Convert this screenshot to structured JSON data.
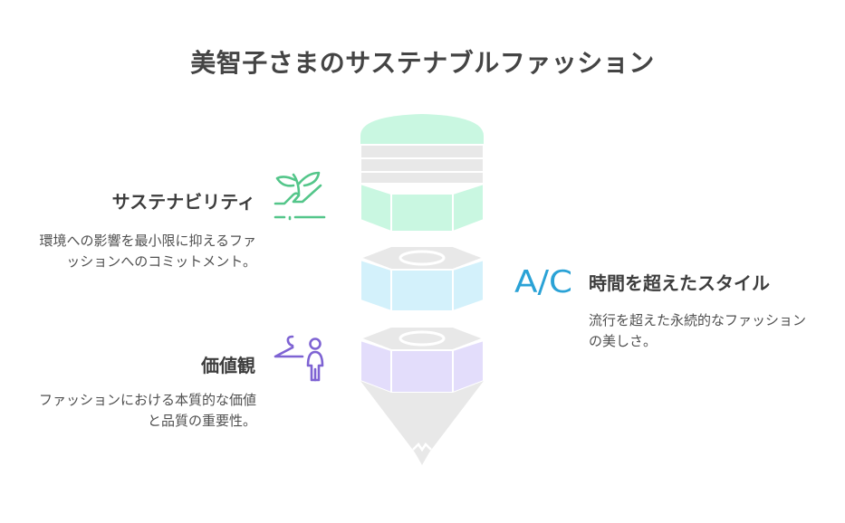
{
  "title": "美智子さまのサステナブルファッション",
  "sections": [
    {
      "title": "サステナビリティ",
      "description": "環境への影響を最小限に抑えるファッションへのコミットメント。",
      "icon": "sprout-hand-icon",
      "color": "#54c68a"
    },
    {
      "title": "時間を超えたスタイル",
      "description": "流行を超えた永続的なファッションの美しさ。",
      "icon": "ac-icon",
      "color": "#2aa2d6"
    },
    {
      "title": "価値観",
      "description": "ファッションにおける本質的な価値と品質の重要性。",
      "icon": "person-hanger-icon",
      "color": "#7e63d3"
    }
  ],
  "icon_text": {
    "ac": "A/C"
  },
  "colors": {
    "segment_green": "#c9f7e1",
    "segment_blue": "#d3f1fb",
    "segment_purple": "#e3ddfb",
    "stripe_gray": "#e8e8e8",
    "tip_gray": "#e8e8e8"
  }
}
